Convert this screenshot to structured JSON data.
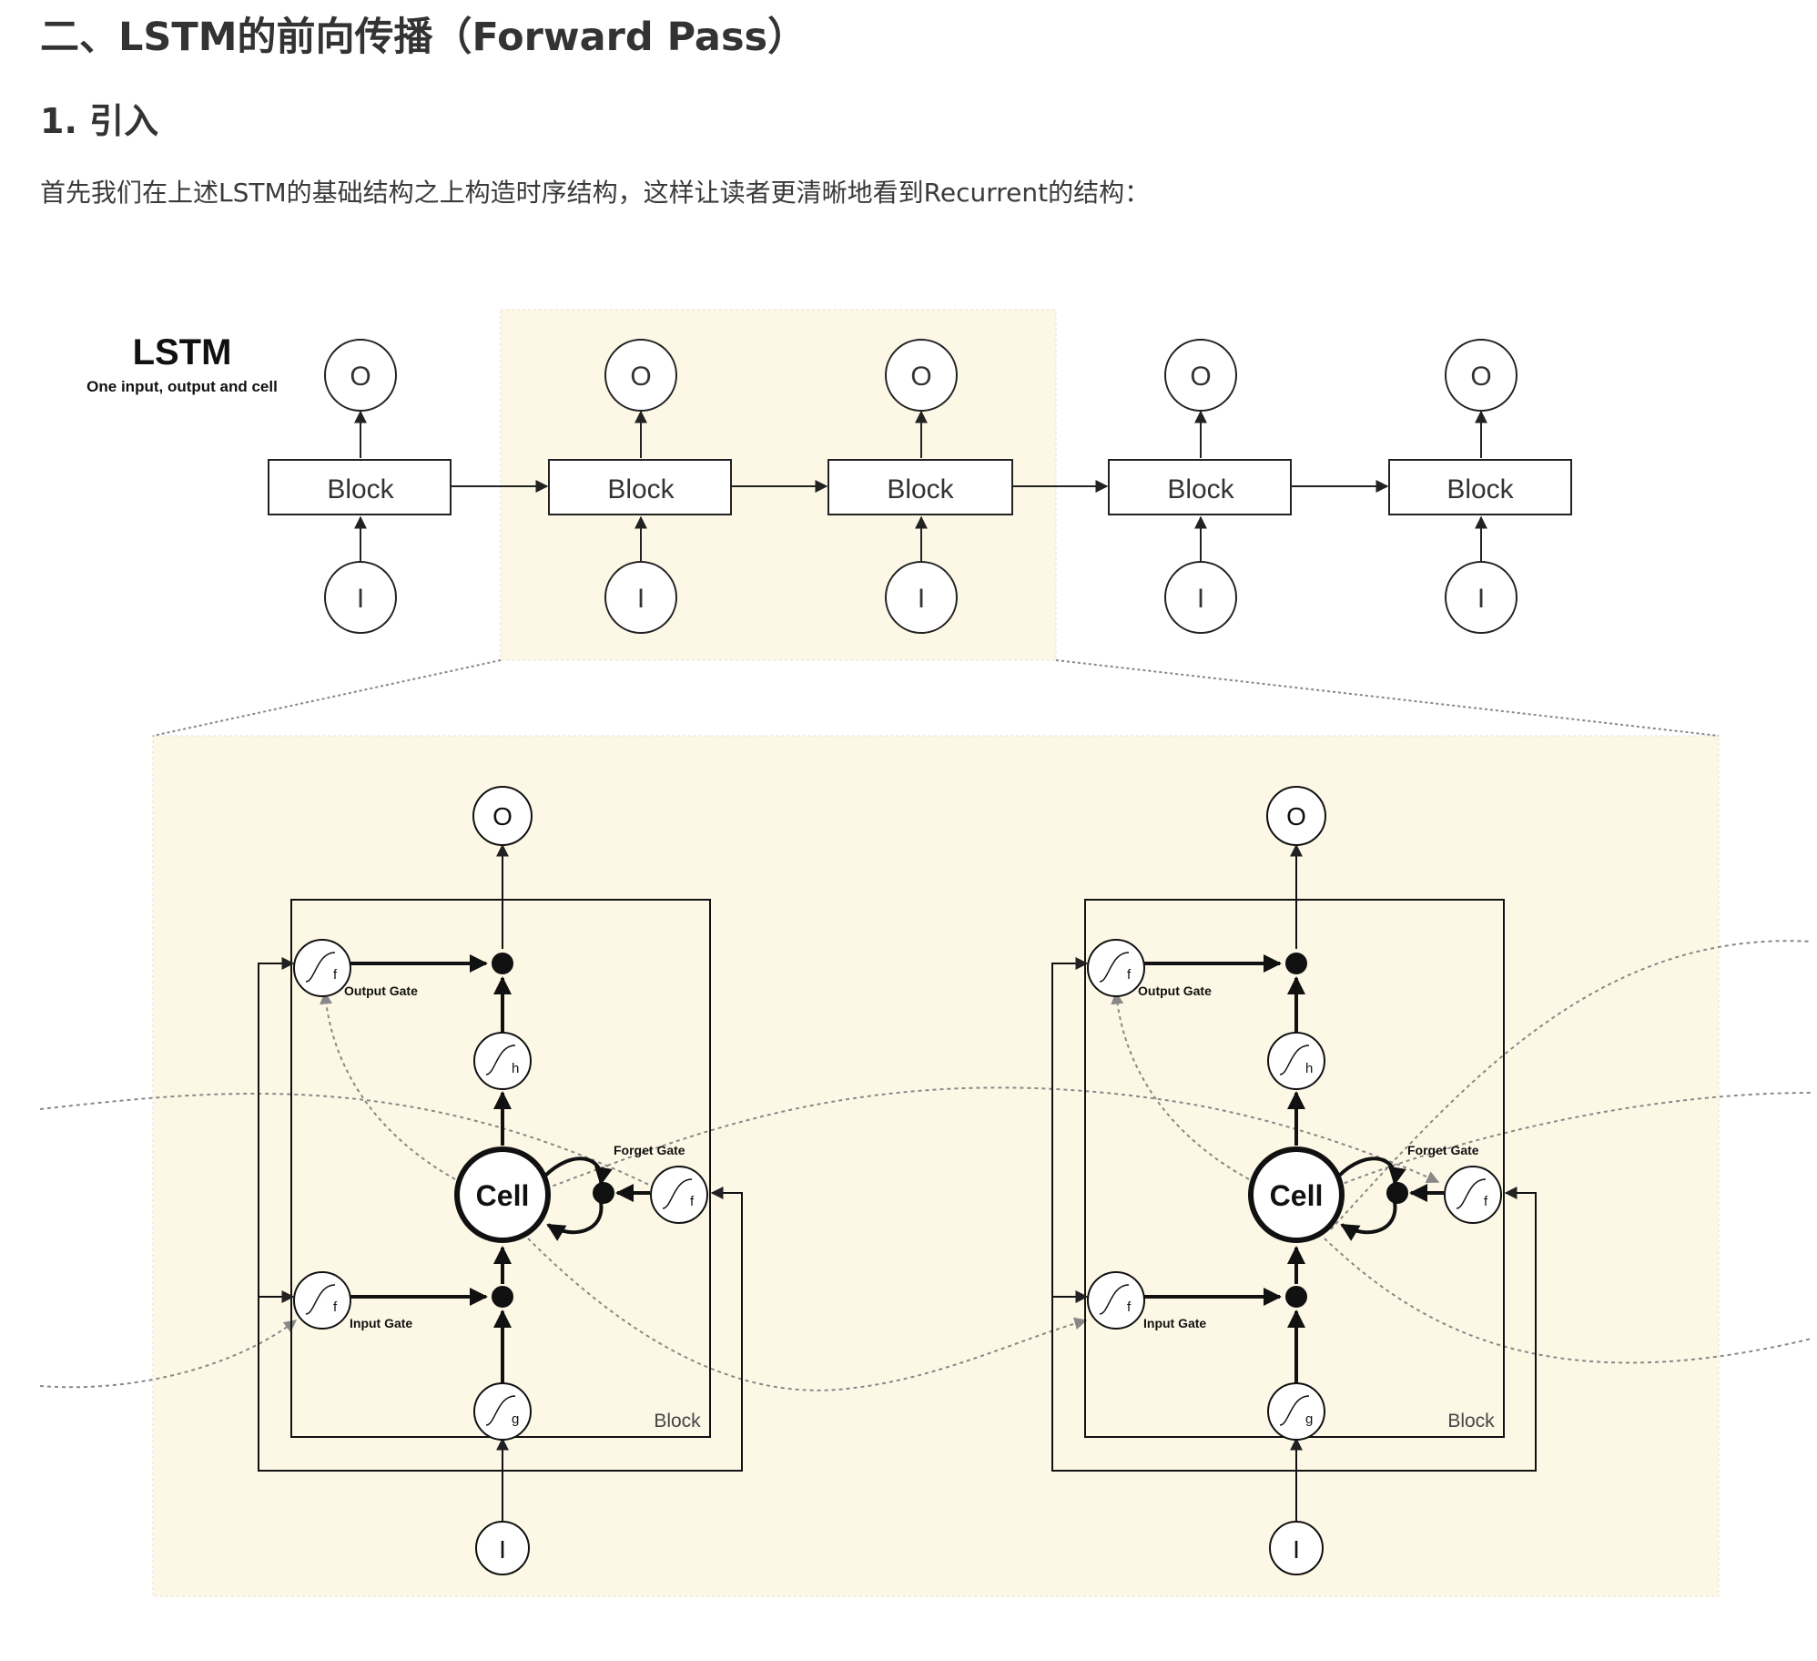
{
  "article": {
    "heading": "二、LSTM的前向传播（Forward Pass）",
    "subheading": "1. 引入",
    "paragraph": "首先我们在上述LSTM的基础结构之上构造时序结构，这样让读者更清晰地看到Recurrent的结构："
  },
  "figure": {
    "title": "LSTM",
    "subtitle": "One input, output and cell",
    "block_label": "Block",
    "output_label": "O",
    "input_label": "I",
    "cell_label": "Cell",
    "output_gate_label": "Output Gate",
    "input_gate_label": "Input Gate",
    "forget_gate_label": "Forget Gate",
    "gate_subscript": "f",
    "cell_output_subscript": "h",
    "cell_input_subscript": "g",
    "block_count": 5,
    "highlight_color": "#fdf8e6"
  }
}
